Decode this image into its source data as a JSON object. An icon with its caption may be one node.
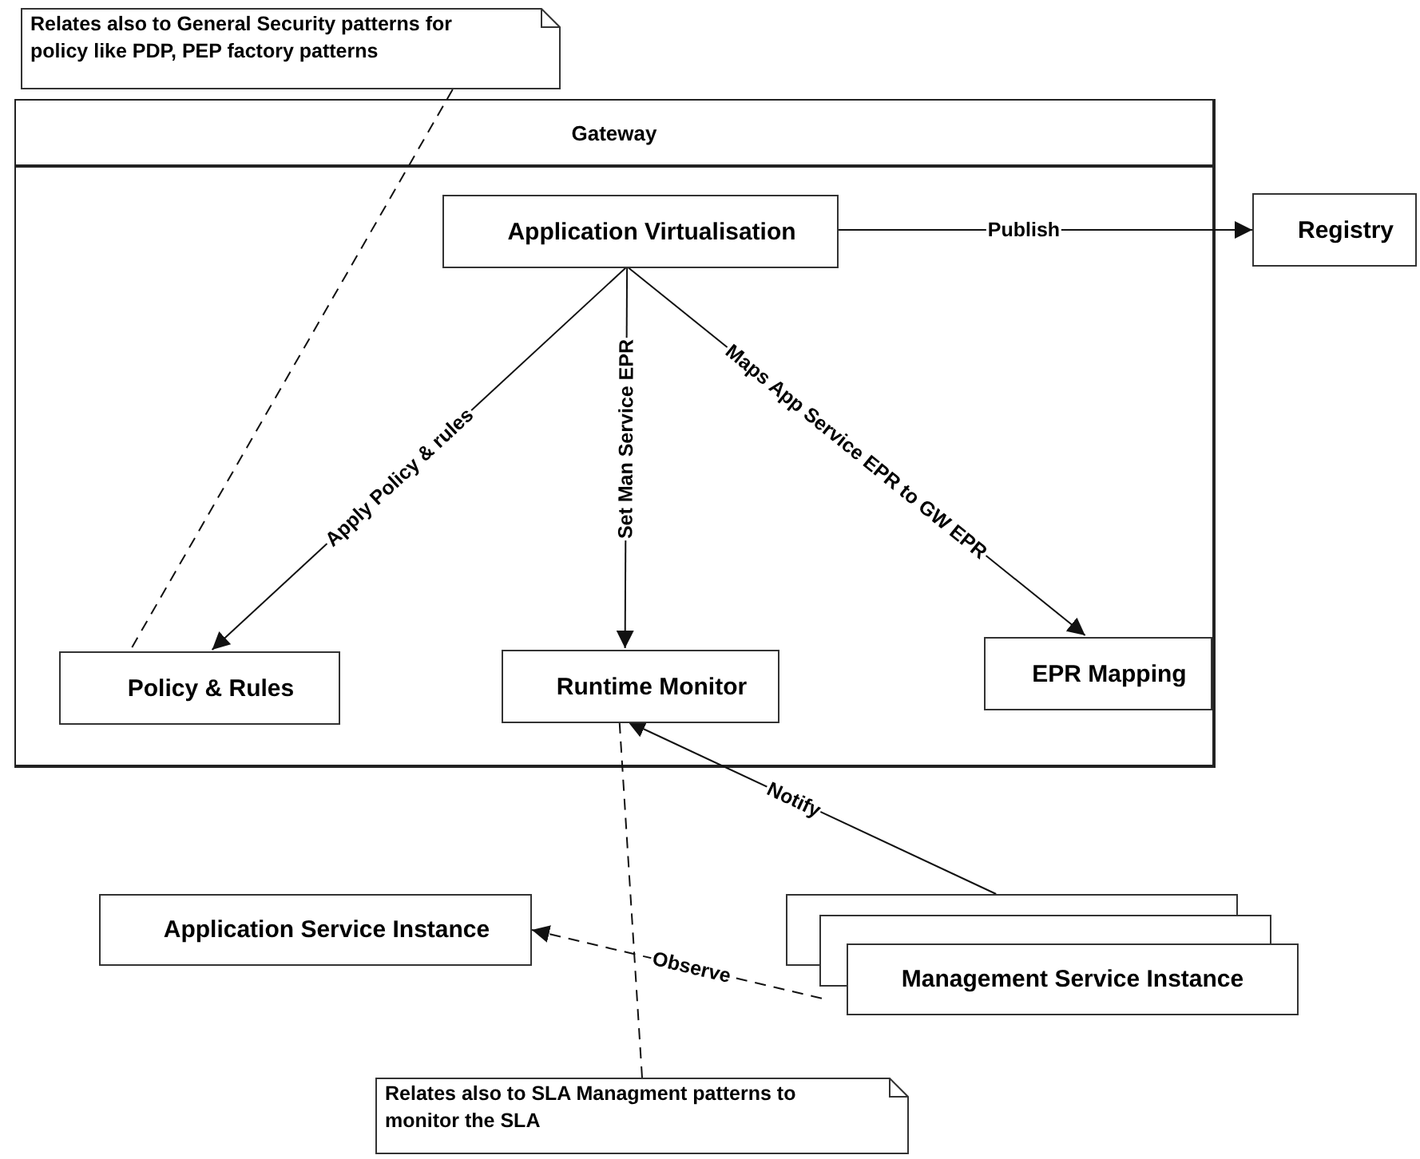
{
  "diagram": {
    "nodes": [
      {
        "text": [
          "Relates also to General Security patterns for policy like PDP, PEP factory patterns"
        ]
      },
      {
        "text": [
          "Gateway"
        ]
      },
      {
        "text": [
          "Application Virtualisation"
        ],
        "in": 1
      },
      {
        "text": [
          "Registry"
        ]
      },
      {
        "text": [
          "Policy & Rules"
        ],
        "in": 1
      },
      {
        "text": [
          "Runtime Monitor"
        ],
        "in": 1
      },
      {
        "text": [
          "EPR Mapping"
        ],
        "in": 1
      },
      {
        "text": [
          "Application Service Instance"
        ]
      },
      {
        "text": [
          "Management Service Instance"
        ]
      },
      {
        "text": [
          "Relates also to SLA Managment patterns to monitor the SLA"
        ]
      }
    ],
    "edges": [
      {
        "from": 2,
        "to": 3,
        "arrow": "to",
        "label": "Publish"
      },
      {
        "from": 2,
        "to": 4,
        "arrow": "to",
        "label": "Apply Policy & rules"
      },
      {
        "from": 2,
        "to": 5,
        "arrow": "to",
        "label": "Set Man Service EPR"
      },
      {
        "from": 2,
        "to": 6,
        "arrow": "to",
        "label": "Maps App Service EPR to GW EPR"
      },
      {
        "from": 8,
        "to": 5,
        "arrow": "to",
        "label": "Notify"
      },
      {
        "from": 8,
        "to": 7,
        "arrow": "to",
        "label": "Observe",
        "style": "dashed"
      },
      {
        "from": 0,
        "to": 4,
        "arrow": "none",
        "style": "dashed"
      },
      {
        "from": 9,
        "to": 5,
        "arrow": "none",
        "style": "dashed"
      }
    ]
  }
}
